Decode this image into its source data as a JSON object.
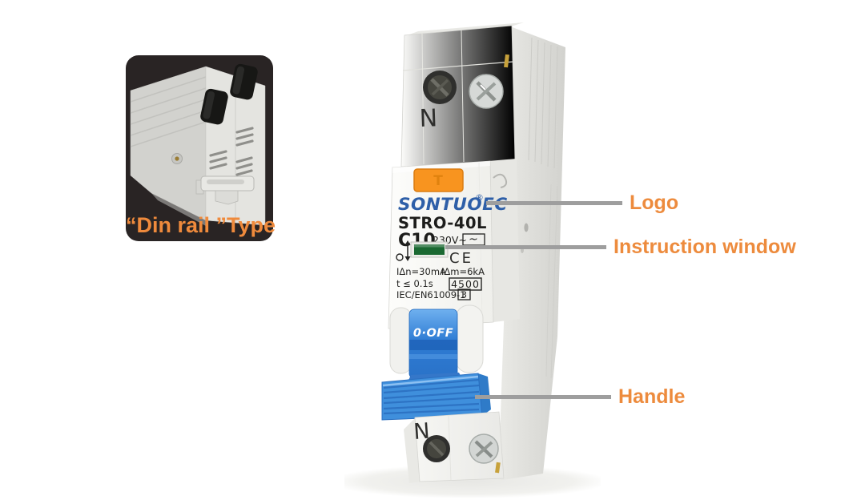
{
  "colors": {
    "accent_orange": "#ed8b3d",
    "leader_gray": "#9e9e9e",
    "logo_blue": "#2e5fa8",
    "button_orange": "#f8941f",
    "window_green": "#1a6831",
    "handle_blue": "#3f8fdc",
    "inset_bg": "#292424"
  },
  "inset": {
    "caption": "“Din rail ”Type"
  },
  "callouts": {
    "logo": "Logo",
    "instruction": "Instruction window",
    "handle": "Handle"
  },
  "breaker": {
    "brand": "SONTUOEC",
    "registered_mark": "®",
    "model": "STRO-40L",
    "rating": "C10",
    "voltage": "230V~",
    "voltage_symbol": "~",
    "test_button": "T",
    "terminal_top": "N",
    "terminal_bottom": "N",
    "residual_current": "IΔn=30mA",
    "breaking_current": "IΔm=6kA",
    "trip_time": "t ≤ 0.1s",
    "breaking_capacity": "4500",
    "standard": "IEC/EN61009-1",
    "energy_class": "3",
    "ce_mark": "CE",
    "handle_label": "0·OFF"
  }
}
